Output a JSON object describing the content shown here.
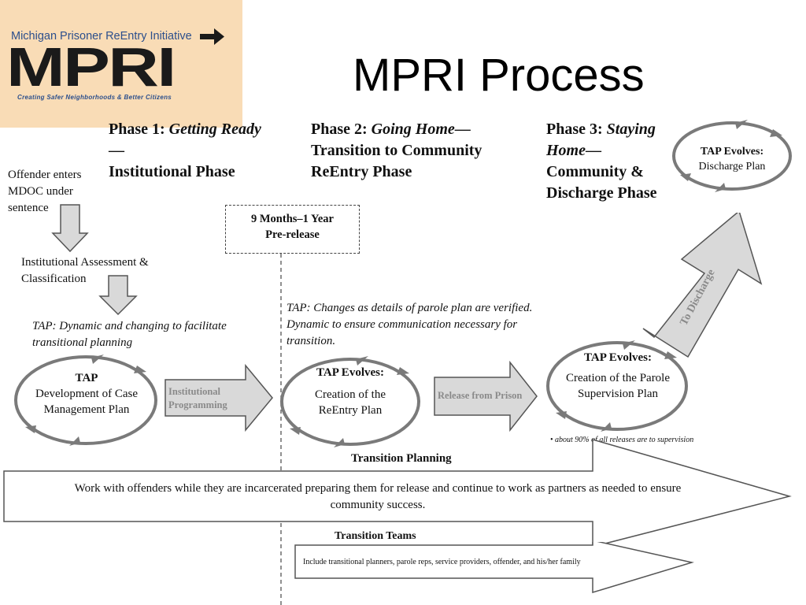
{
  "logo": {
    "org_name": "Michigan Prisoner ReEntry Initiative",
    "acronym": "MPRI",
    "tagline": "Creating Safer Neighborhoods & Better Citizens"
  },
  "title": "MPRI Process",
  "phases": [
    {
      "prefix": "Phase 1: ",
      "italic": "Getting Ready",
      "dash": "—",
      "rest": "Institutional Phase"
    },
    {
      "prefix": "Phase 2: ",
      "italic": "Going Home",
      "dash": "—",
      "rest": "Transition to Community ReEntry Phase"
    },
    {
      "prefix": "Phase 3: ",
      "italic": "Staying Home",
      "dash": "—",
      "rest": "Community & Discharge Phase"
    }
  ],
  "entry_text": "Offender enters MDOC under sentence",
  "assessment_text": "Institutional Assessment & Classification",
  "prerelease_box": {
    "line1": "9 Months–1 Year",
    "line2": "Pre-release"
  },
  "tap_notes": {
    "phase1": "TAP:  Dynamic and changing to facilitate transitional planning",
    "phase2": "TAP:  Changes as details of parole plan are verified.  Dynamic to ensure communication necessary for transition."
  },
  "cycles": {
    "tap1": {
      "heading": "TAP",
      "body": "Development of Case Management Plan"
    },
    "tap2": {
      "heading": "TAP Evolves:",
      "body": "Creation of the ReEntry Plan"
    },
    "tap3": {
      "heading": "TAP Evolves:",
      "body": "Creation of the Parole Supervision Plan"
    },
    "tap4": {
      "heading": "TAP Evolves:",
      "body": "Discharge Plan"
    }
  },
  "arrows": {
    "institutional": "Institutional Programming",
    "release": "Release from Prison",
    "discharge": "To Discharge"
  },
  "supervision_note": "• about 90% of all releases are to supervision",
  "transition_planning": {
    "label": "Transition Planning",
    "text": "Work with offenders while they are incarcerated preparing them for release and continue to work as partners as needed to ensure community success."
  },
  "transition_teams": {
    "label": "Transition Teams",
    "text": "Include transitional planners, parole reps, service providers, offender, and his/her family"
  },
  "colors": {
    "logo_bg": "#f9dcb6",
    "logo_blue": "#2c4f8c",
    "cycle_gray": "#7a7a7a",
    "arrow_fill": "#d9d9d9",
    "arrow_stroke": "#555555"
  }
}
